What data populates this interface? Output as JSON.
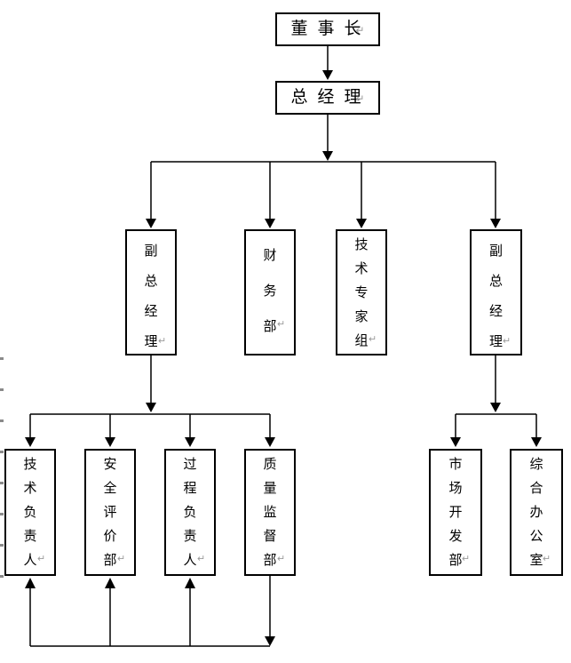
{
  "diagram": {
    "type": "org-chart",
    "pilcrow": "↵",
    "colors": {
      "line": "#000000",
      "box_border": "#000000",
      "box_fill": "#ffffff",
      "background": "#ffffff",
      "pilcrow_mark": "#9b9b9b"
    },
    "nodes": {
      "chairman": {
        "label": "董事长"
      },
      "general_manager": {
        "label": "总经理"
      },
      "deputy_gm_left": {
        "label": "副总经理"
      },
      "finance_dept": {
        "label": "财务部"
      },
      "expert_group": {
        "label": "技术专家组"
      },
      "deputy_gm_right": {
        "label": "副总经理"
      },
      "tech_leader": {
        "label": "技术负责人"
      },
      "safety_eval_dept": {
        "label": "安全评价部"
      },
      "process_leader": {
        "label": "过程负责人"
      },
      "quality_dept": {
        "label": "质量监督部"
      },
      "market_dept": {
        "label": "市场开发部"
      },
      "admin_office": {
        "label": "综合办公室"
      }
    },
    "edges": [
      {
        "from": "chairman",
        "to": "general_manager",
        "type": "reporting"
      },
      {
        "from": "general_manager",
        "to": "deputy_gm_left",
        "type": "reporting"
      },
      {
        "from": "general_manager",
        "to": "finance_dept",
        "type": "reporting"
      },
      {
        "from": "general_manager",
        "to": "expert_group",
        "type": "reporting"
      },
      {
        "from": "general_manager",
        "to": "deputy_gm_right",
        "type": "reporting"
      },
      {
        "from": "deputy_gm_left",
        "to": "tech_leader",
        "type": "reporting"
      },
      {
        "from": "deputy_gm_left",
        "to": "safety_eval_dept",
        "type": "reporting"
      },
      {
        "from": "deputy_gm_left",
        "to": "process_leader",
        "type": "reporting"
      },
      {
        "from": "deputy_gm_left",
        "to": "quality_dept",
        "type": "reporting"
      },
      {
        "from": "deputy_gm_right",
        "to": "market_dept",
        "type": "reporting"
      },
      {
        "from": "deputy_gm_right",
        "to": "admin_office",
        "type": "reporting"
      },
      {
        "from": "quality_dept",
        "to": "tech_leader",
        "type": "feedback"
      },
      {
        "from": "quality_dept",
        "to": "safety_eval_dept",
        "type": "feedback"
      },
      {
        "from": "quality_dept",
        "to": "process_leader",
        "type": "feedback"
      }
    ]
  }
}
